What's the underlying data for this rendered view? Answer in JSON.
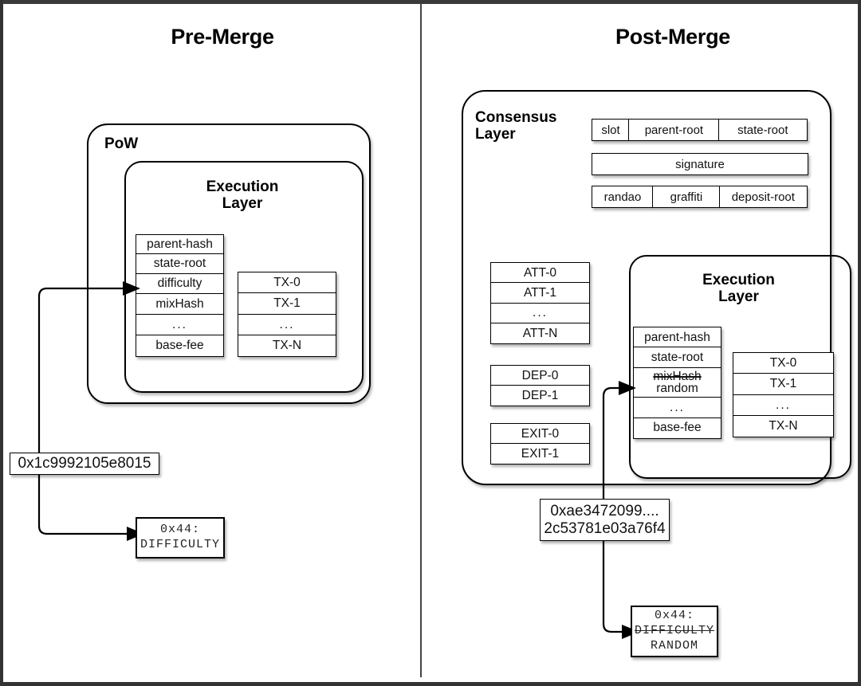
{
  "panels": {
    "left": {
      "title": "Pre-Merge"
    },
    "right": {
      "title": "Post-Merge"
    }
  },
  "pre_merge": {
    "pow_label": "PoW",
    "execution_layer_label": "Execution\nLayer",
    "header_fields": [
      "parent-hash",
      "state-root",
      "difficulty",
      "mixHash",
      "...",
      "base-fee"
    ],
    "transactions": [
      "TX-0",
      "TX-1",
      "...",
      "TX-N"
    ],
    "hex_label": "0x1c9992105e8015",
    "opcode": {
      "code": "0x44:",
      "name": "DIFFICULTY"
    }
  },
  "post_merge": {
    "consensus_layer_label": "Consensus\nLayer",
    "consensus_row_1": [
      "slot",
      "parent-root",
      "state-root"
    ],
    "consensus_row_2": [
      "signature"
    ],
    "consensus_row_3": [
      "randao",
      "graffiti",
      "deposit-root"
    ],
    "attestations": [
      "ATT-0",
      "ATT-1",
      "...",
      "ATT-N"
    ],
    "deposits": [
      "DEP-0",
      "DEP-1"
    ],
    "exits": [
      "EXIT-0",
      "EXIT-1"
    ],
    "execution_layer_label": "Execution\nLayer",
    "header_fields": [
      "parent-hash",
      "state-root",
      "mixHash|random",
      "...",
      "base-fee"
    ],
    "header_removed_field": "mixHash",
    "header_new_field": "random",
    "transactions": [
      "TX-0",
      "TX-1",
      "...",
      "TX-N"
    ],
    "hex_label_line1": "0xae3472099....",
    "hex_label_line2": "2c53781e03a76f4",
    "opcode": {
      "code": "0x44:",
      "removed_name": "DIFFICULTY",
      "new_name": "RANDOM"
    }
  },
  "colors": {
    "stroke": "#000000",
    "background": "#ffffff",
    "frame": "#333333"
  }
}
